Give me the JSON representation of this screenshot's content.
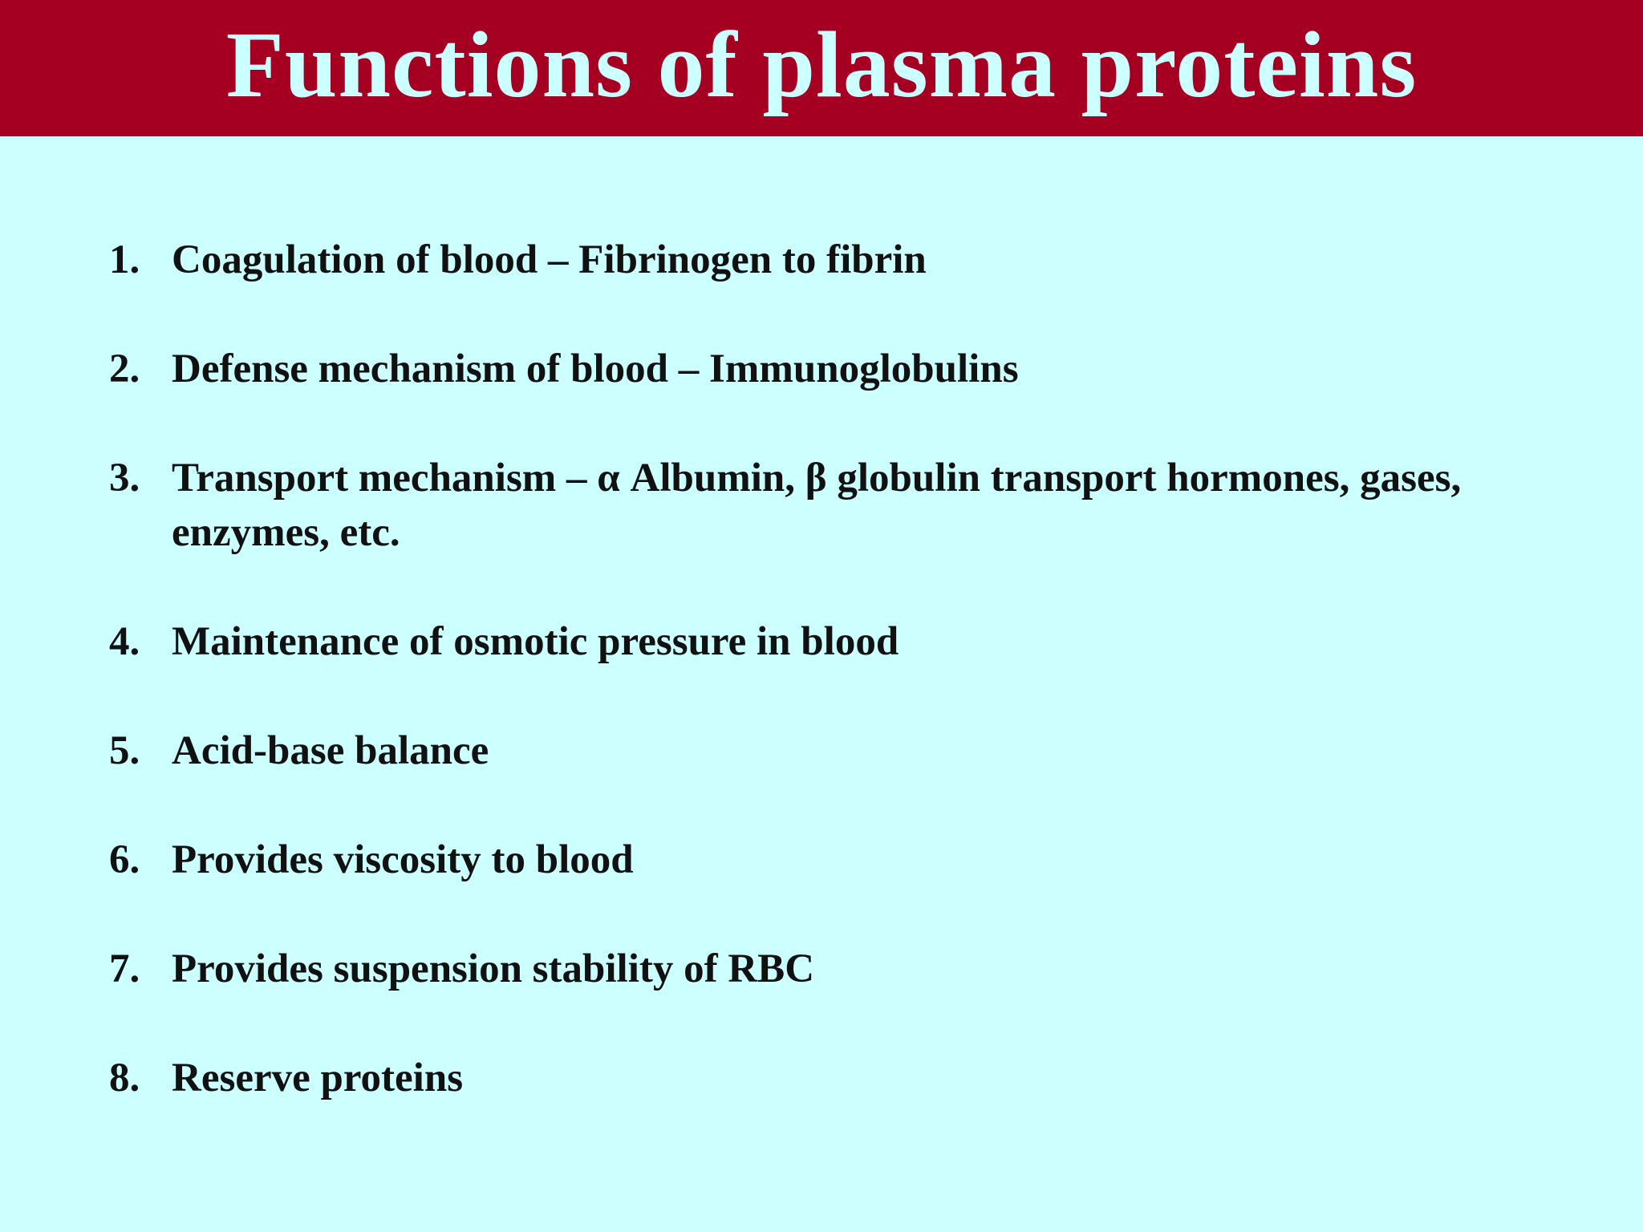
{
  "slide": {
    "title": "Functions of plasma proteins",
    "colors": {
      "title_bar": "#a50021",
      "title_text": "#ccffff",
      "background": "#ccffff",
      "body_text": "#111111"
    },
    "items": [
      {
        "number": "1.",
        "text": "Coagulation of blood – Fibrinogen to fibrin"
      },
      {
        "number": "2.",
        "text": "Defense mechanism of blood – Immunoglobulins"
      },
      {
        "number": "3.",
        "text": "Transport mechanism – α Albumin, β globulin transport hormones, gases, enzymes, etc."
      },
      {
        "number": "4.",
        "text": "Maintenance of osmotic pressure in blood"
      },
      {
        "number": "5.",
        "text": "Acid-base balance"
      },
      {
        "number": "6.",
        "text": "Provides viscosity to blood"
      },
      {
        "number": "7.",
        "text": "Provides suspension stability of RBC"
      },
      {
        "number": "8.",
        "text": "Reserve proteins"
      }
    ]
  }
}
